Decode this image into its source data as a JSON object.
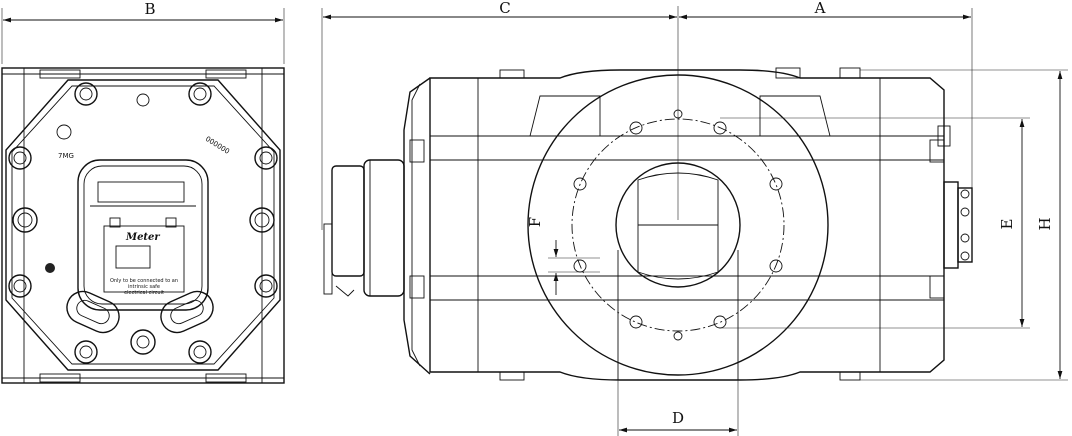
{
  "dimensions": {
    "A": "A",
    "B": "B",
    "C": "C",
    "D": "D",
    "E": "E",
    "F": "F",
    "H": "H"
  },
  "front_view": {
    "badge_text": "7MG",
    "serial": "000000",
    "brand": "Meter",
    "warning_line_1": "Only to be connected to an",
    "warning_line_2": "intrinsic safe",
    "warning_line_3": "electrical circuit"
  }
}
